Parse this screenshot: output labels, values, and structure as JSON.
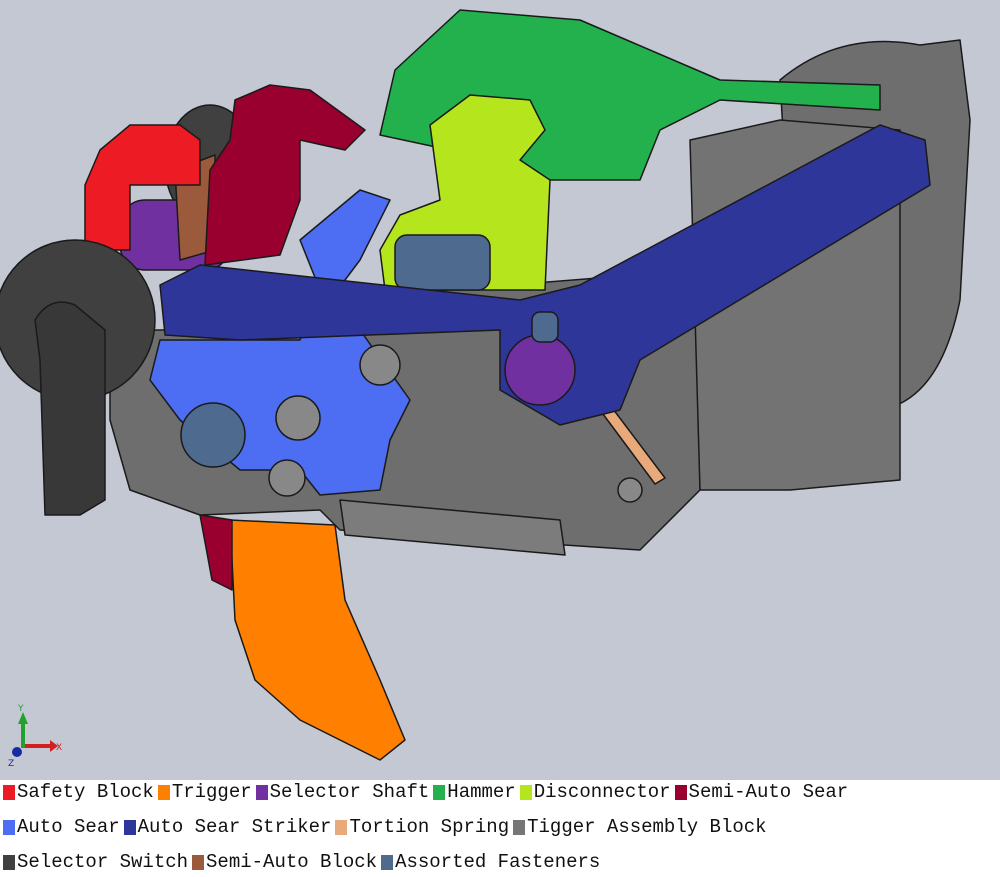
{
  "axis_triad": {
    "x_label": "X",
    "y_label": "Y",
    "z_label": "Z"
  },
  "legend": {
    "rows": [
      [
        {
          "label": "Safety Block",
          "color": "#ed1c24"
        },
        {
          "label": "Trigger",
          "color": "#ff7f00"
        },
        {
          "label": "Selector Shaft",
          "color": "#7030a0"
        },
        {
          "label": "Hammer",
          "color": "#22b14c"
        },
        {
          "label": "Disconnector",
          "color": "#b5e61d"
        },
        {
          "label": "Semi-Auto Sear",
          "color": "#990030"
        }
      ],
      [
        {
          "label": "Auto Sear",
          "color": "#4d6df3"
        },
        {
          "label": "Auto Sear Striker",
          "color": "#2f3699"
        },
        {
          "label": "Tortion Spring",
          "color": "#e8aa7a"
        },
        {
          "label": "Tigger Assembly Block",
          "color": "#767676"
        }
      ],
      [
        {
          "label": "Selector Switch",
          "color": "#404040"
        },
        {
          "label": "Semi-Auto Block",
          "color": "#9c5a3c"
        },
        {
          "label": "Assorted Fasteners",
          "color": "#4f6a8f"
        }
      ]
    ]
  }
}
